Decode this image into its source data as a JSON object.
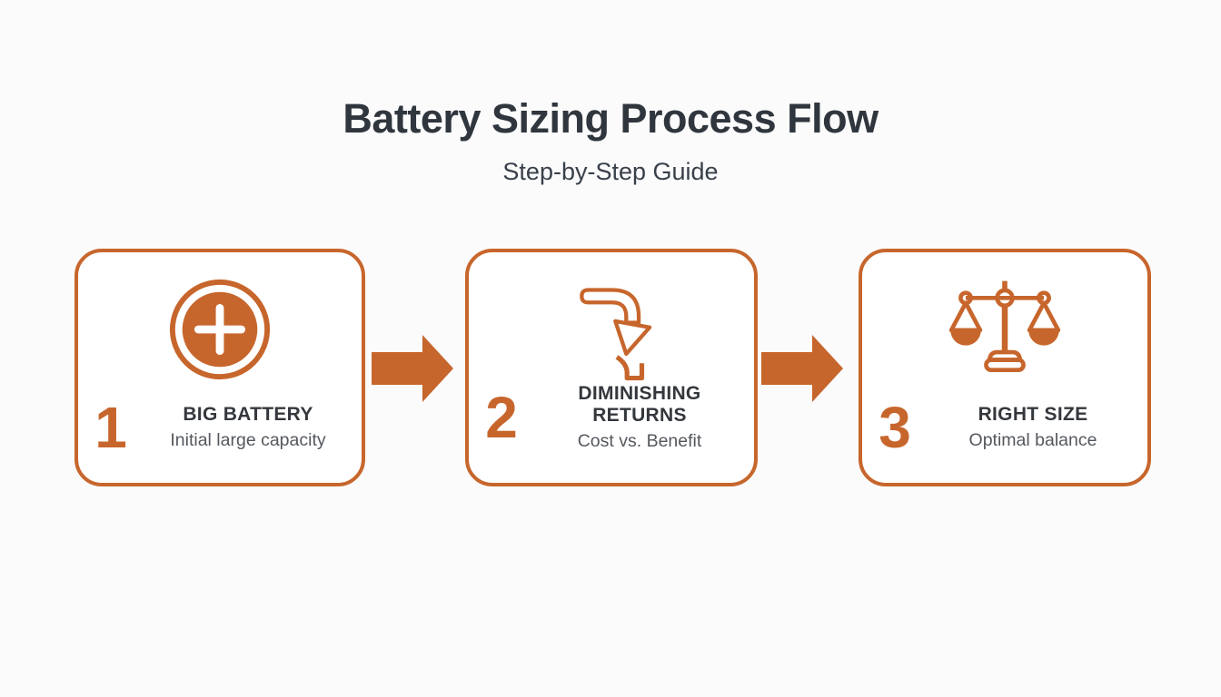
{
  "title": "Battery Sizing Process Flow",
  "subtitle": "Step-by-Step Guide",
  "steps": [
    {
      "number": "1",
      "title": "BIG BATTERY",
      "description": "Initial large capacity",
      "icon": "plus-circle-icon"
    },
    {
      "number": "2",
      "title": "DIMINISHING RETURNS",
      "description": "Cost vs. Benefit",
      "icon": "declining-arrow-icon"
    },
    {
      "number": "3",
      "title": "RIGHT SIZE",
      "description": "Optimal balance",
      "icon": "balance-scale-icon"
    }
  ],
  "connectors": [
    {
      "icon": "right-arrow-icon"
    },
    {
      "icon": "right-arrow-icon"
    }
  ],
  "colors": {
    "accent": "#C7662C",
    "title-color": "#30363D",
    "subtitle-color": "#39404A",
    "step-title-color": "#34383D",
    "step-desc-color": "#54585E",
    "bg": "#FBFBFC",
    "card-bg": "#FFFFFF"
  }
}
